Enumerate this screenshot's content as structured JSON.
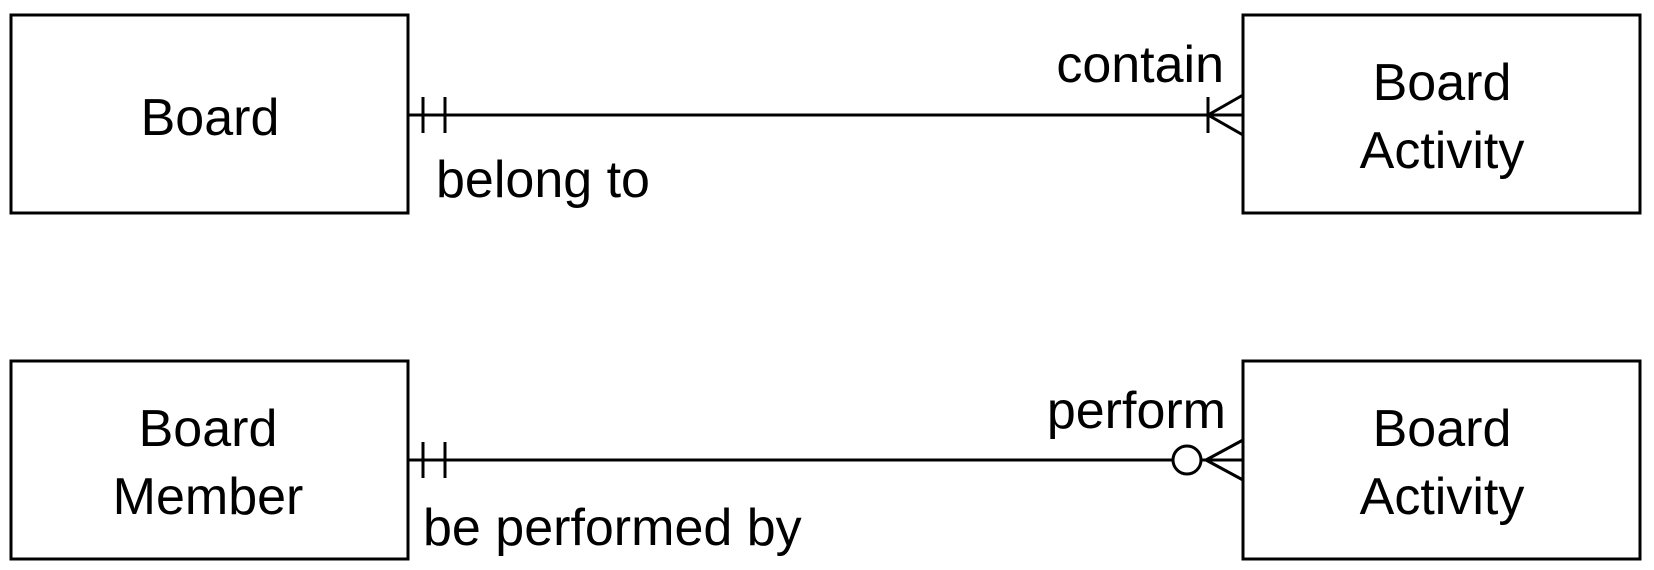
{
  "diagram": {
    "relationships": [
      {
        "left_entity": {
          "line1": "Board",
          "line2": ""
        },
        "right_entity": {
          "line1": "Board",
          "line2": "Activity"
        },
        "right_label": "contain",
        "left_label": "belong to",
        "left_cardinality": "exactly-one",
        "right_cardinality": "one-or-many"
      },
      {
        "left_entity": {
          "line1": "Board",
          "line2": "Member"
        },
        "right_entity": {
          "line1": "Board",
          "line2": "Activity"
        },
        "right_label": "perform",
        "left_label": "be performed by",
        "left_cardinality": "exactly-one",
        "right_cardinality": "zero-or-many"
      }
    ]
  }
}
